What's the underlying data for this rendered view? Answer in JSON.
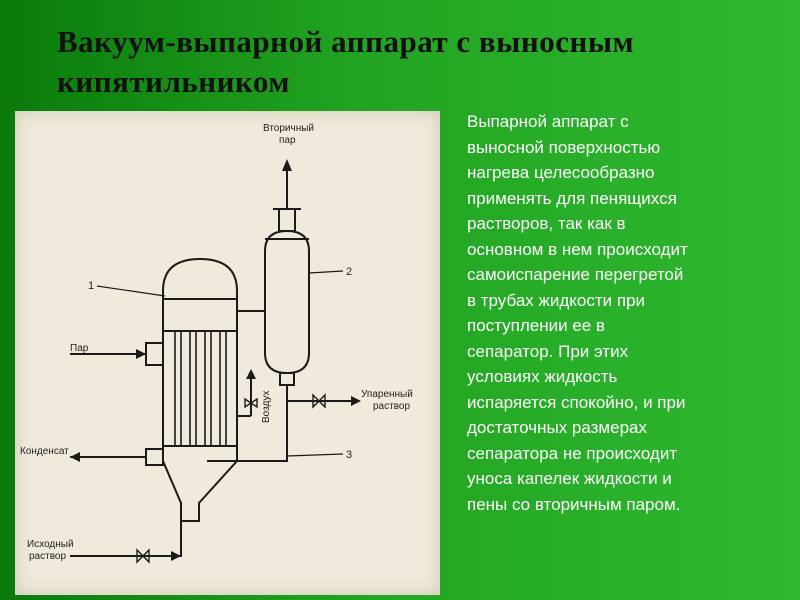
{
  "slide": {
    "title_lines": [
      "Вакуум-выпарной аппарат с выносным",
      "кипятильником"
    ],
    "body": "Выпарной аппарат с\nвыносной поверхностью\nнагрева целесообразно\nприменять для пенящихся\nрастворов, так как в\nосновном в нем происходит\nсамоиспарение перегретой\nв трубах жидкости при\nпоступлении ее в\nсепаратор. При этих\nусловиях жидкость\nиспаряется спокойно, и при\nдостаточных размерах\nсепаратора не происходит\nуноса капелек жидкости и\nпены со вторичным паром."
  },
  "diagram": {
    "labels": {
      "secondary_steam_1": "Вторичный",
      "secondary_steam_2": "пар",
      "steam": "Пар",
      "condensate": "Конденсат",
      "air": "Воздух",
      "evaporated_1": "Упаренный",
      "evaporated_2": "раствор",
      "feed_1": "Исходный",
      "feed_2": "раствор",
      "num_1": "1",
      "num_2": "2",
      "num_3": "3"
    }
  }
}
